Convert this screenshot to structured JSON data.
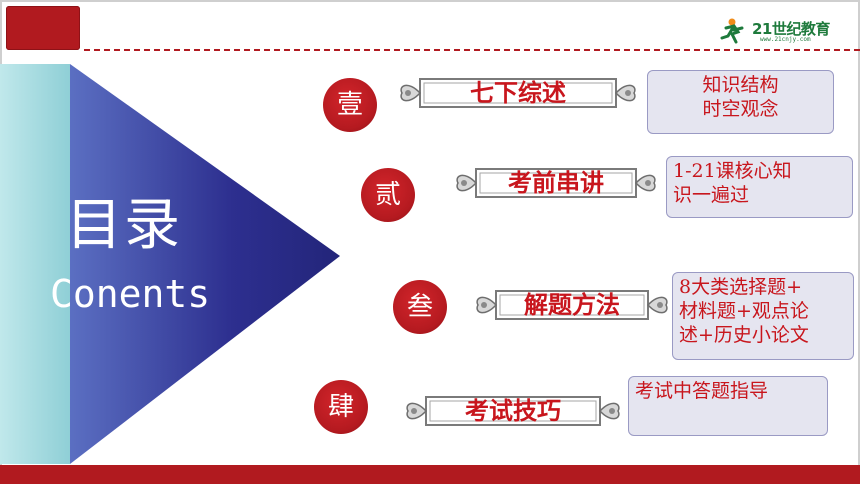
{
  "header": {
    "logo_text": "21世纪教育",
    "logo_sub": "www.21cnjy.com"
  },
  "left": {
    "title": "目录",
    "subtitle": "Conents"
  },
  "items": [
    {
      "numeral": "壹",
      "label": "七下综述",
      "note": [
        "知识结构",
        "时空观念"
      ]
    },
    {
      "numeral": "贰",
      "label": "考前串讲",
      "note": [
        "1-21课核心知",
        "识一遍过"
      ]
    },
    {
      "numeral": "叁",
      "label": "解题方法",
      "note": [
        "8大类选择题+",
        "材料题+观点论",
        "述+历史小论文"
      ]
    },
    {
      "numeral": "肆",
      "label": "考试技巧",
      "note": [
        "考试中答题指导"
      ]
    }
  ],
  "colors": {
    "accent_red": "#b11a1f",
    "text_red": "#c8161d",
    "triangle_blue": "#2d2f8f",
    "panel_teal": "#a9dde2",
    "note_bg": "#e5e5f0"
  }
}
